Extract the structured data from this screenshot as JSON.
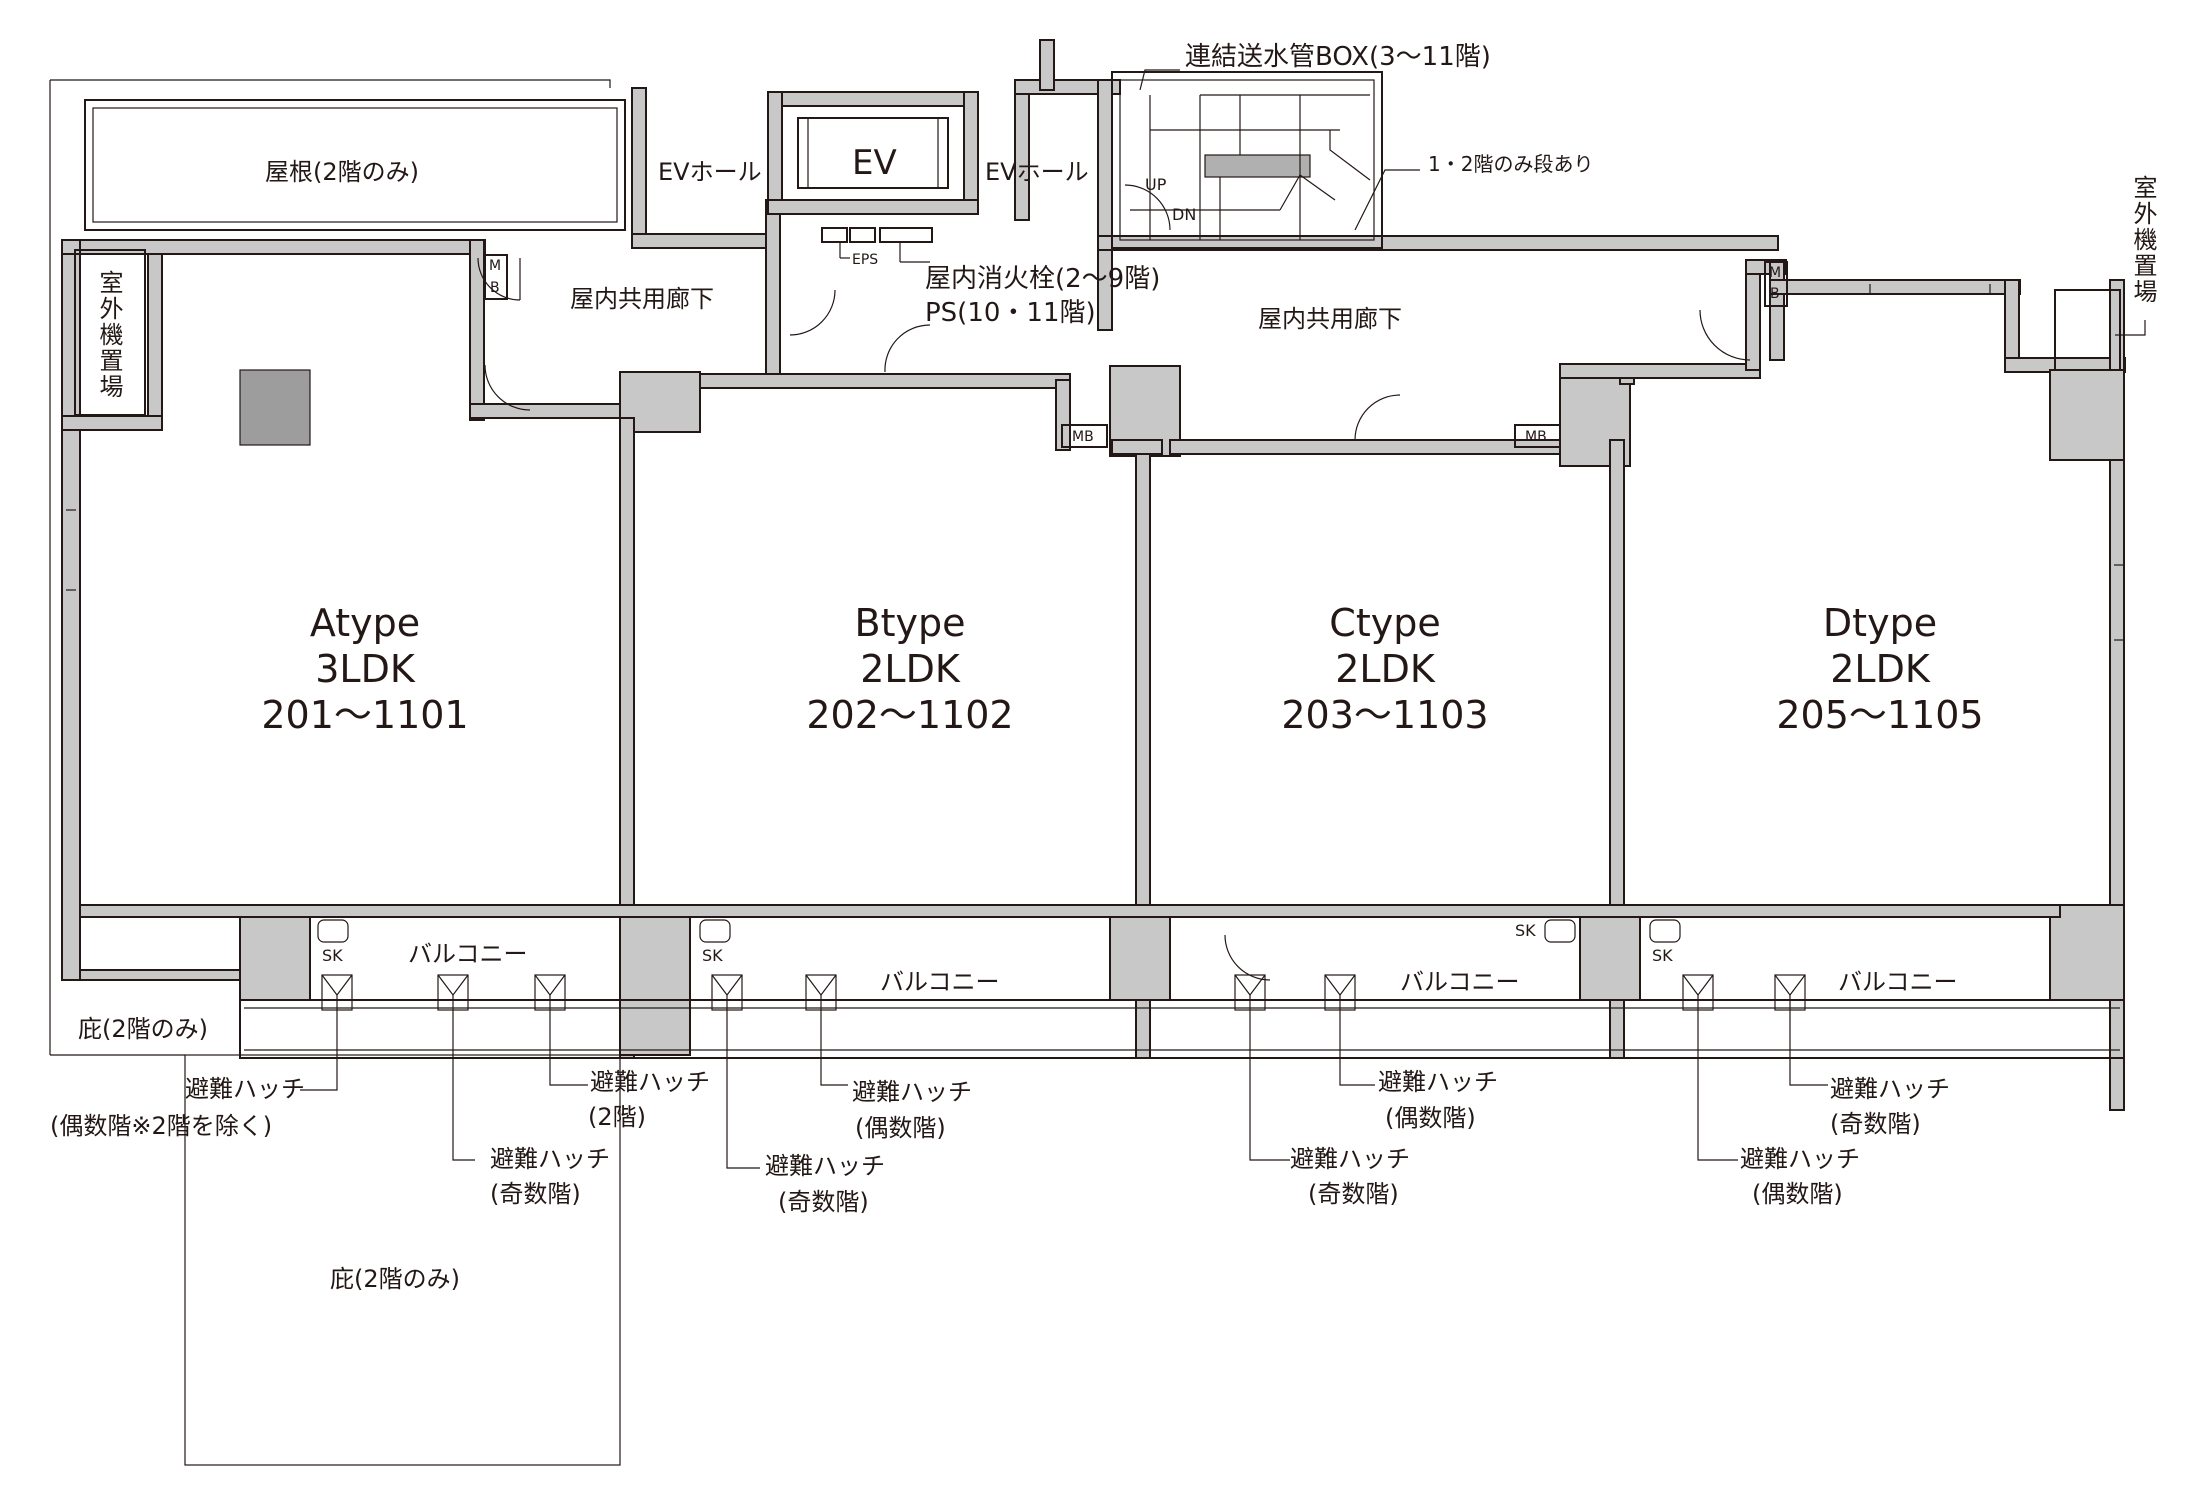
{
  "units": [
    {
      "type": "Atype",
      "layout": "3LDK",
      "rooms": "201〜1101"
    },
    {
      "type": "Btype",
      "layout": "2LDK",
      "rooms": "202〜1102"
    },
    {
      "type": "Ctype",
      "layout": "2LDK",
      "rooms": "203〜1103"
    },
    {
      "type": "Dtype",
      "layout": "2LDK",
      "rooms": "205〜1105"
    }
  ],
  "labels": {
    "roof": "屋根(2階のみ)",
    "ev": "EV",
    "ev_hall": "EVホール",
    "corridor": "屋内共用廊下",
    "outdoor_unit": "室外機置場",
    "eps": "EPS",
    "hydrant": "屋内消火栓(2〜9階)",
    "ps": "PS(10・11階)",
    "standpipe": "連結送水管BOX(3〜11階)",
    "step_note": "1・2階のみ段あり",
    "up": "UP",
    "dn": "DN",
    "mb": "MB",
    "m": "M",
    "b": "B",
    "balcony": "バルコニー",
    "sk": "SK",
    "eave": "庇(2階のみ)",
    "hatch": "避難ハッチ",
    "hatch_even_excl2": "(偶数階※2階を除く)",
    "hatch_floor2": "(2階)",
    "hatch_odd": "(奇数階)",
    "hatch_even": "(偶数階)"
  }
}
